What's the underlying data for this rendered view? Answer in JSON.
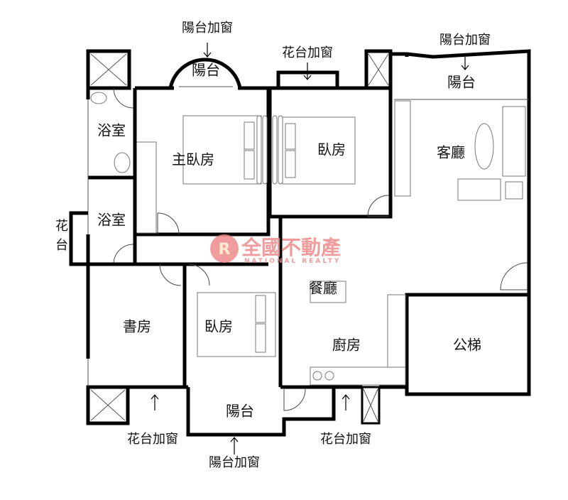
{
  "rooms": {
    "balcony_top_left": "陽台",
    "balcony_top_right": "陽台",
    "balcony_bottom": "陽台",
    "bathroom_1": "浴室",
    "bathroom_2": "浴室",
    "master_bedroom": "主臥房",
    "bedroom_2": "臥房",
    "bedroom_3": "臥房",
    "living_room": "客廳",
    "dining_room": "餐廳",
    "kitchen": "廚房",
    "study": "書房",
    "public_stairs": "公梯",
    "planter_left_1": "花",
    "planter_left_2": "台"
  },
  "annotations": {
    "top_left_balcony_window": "陽台加窗",
    "top_planter_window": "花台加窗",
    "top_right_balcony_window": "陽台加窗",
    "bottom_left_planter_window": "花台加窗",
    "bottom_balcony_window": "陽台加窗",
    "bottom_right_planter_window": "花台加窗"
  },
  "watermark": {
    "brand_cn": "全國不動產",
    "brand_en": "NATIONAL REALTY",
    "logo_letters": "R",
    "color": "#ef8b8b"
  }
}
